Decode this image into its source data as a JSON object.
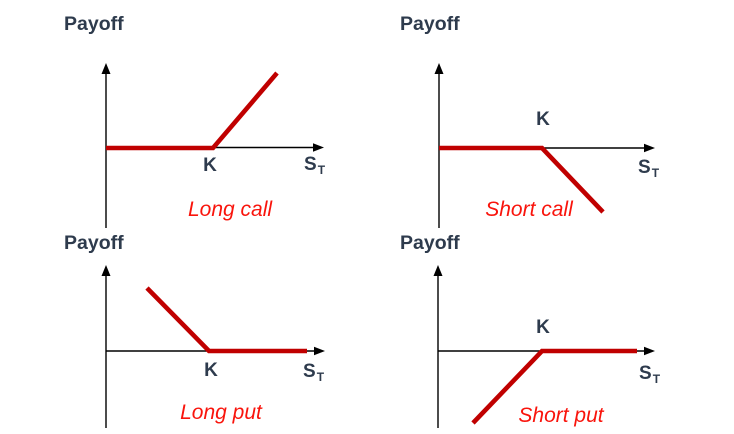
{
  "figure": {
    "background": "#FFFFFF",
    "colors": {
      "axis": "#000000",
      "heading": "#2E3B4D",
      "payoff_line": "#C00000",
      "caption": "#F9140C"
    }
  },
  "panels": [
    {
      "id": "long-call",
      "y_axis_title": "Payoff",
      "strike_label": "K",
      "strike_label_position": "below-axis",
      "x_axis_label_base": "S",
      "x_axis_label_sub": "T",
      "caption": "Long call",
      "shape": "flat at zero left of K, rising above axis right of K",
      "payoff_line_points": [
        [
          106,
          148
        ],
        [
          213,
          148
        ],
        [
          277,
          73
        ]
      ]
    },
    {
      "id": "short-call",
      "y_axis_title": "Payoff",
      "strike_label": "K",
      "strike_label_position": "above-axis",
      "x_axis_label_base": "S",
      "x_axis_label_sub": "T",
      "caption": "Short call",
      "shape": "flat at zero left of K, falling below axis right of K",
      "payoff_line_points": [
        [
          72,
          148
        ],
        [
          175,
          148
        ],
        [
          236,
          212
        ]
      ]
    },
    {
      "id": "long-put",
      "y_axis_title": "Payoff",
      "strike_label": "K",
      "strike_label_position": "below-axis",
      "x_axis_label_base": "S",
      "x_axis_label_sub": "T",
      "caption": "Long put",
      "shape": "falling from above axis down to K, flat at zero right of K",
      "payoff_line_points": [
        [
          147,
          58
        ],
        [
          209,
          121
        ],
        [
          307,
          121
        ]
      ]
    },
    {
      "id": "short-put",
      "y_axis_title": "Payoff",
      "strike_label": "K",
      "strike_label_position": "above-axis",
      "x_axis_label_base": "S",
      "x_axis_label_sub": "T",
      "caption": "Short put",
      "shape": "rising from below axis up to K, flat at zero right of K",
      "payoff_line_points": [
        [
          106,
          193
        ],
        [
          175,
          121
        ],
        [
          270,
          121
        ]
      ]
    }
  ]
}
